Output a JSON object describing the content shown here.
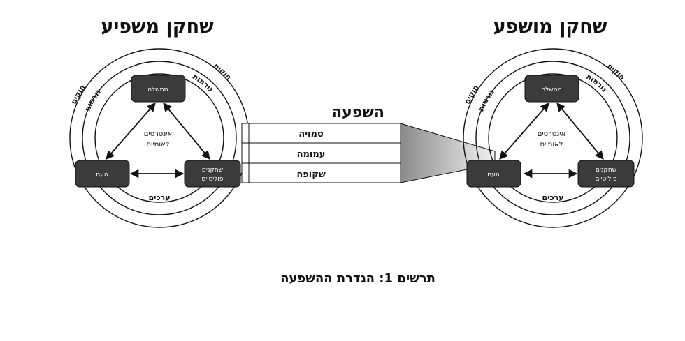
{
  "left_panel": {
    "title": "שחקן משפיע",
    "box_government": "ממשלה",
    "box_people": "העם",
    "box_political_1": "שחקנים",
    "box_political_2": "פוליטיים",
    "center_1": "אינטרסים",
    "center_2": "לאומיים",
    "ring_laws": "חוקים",
    "ring_norms": "נורמות",
    "values": "ערכים"
  },
  "right_panel": {
    "title": "שחקן מושפע",
    "box_government": "ממשלה",
    "box_people": "העם",
    "box_political_1": "שחקנים",
    "box_political_2": "פוליטיים",
    "center_1": "אינטרסים",
    "center_2": "לאומיים",
    "ring_laws": "חוקים",
    "ring_norms": "נורמות",
    "values": "ערכים"
  },
  "influence": {
    "heading": "השפעה",
    "channels": [
      "סמויה",
      "עמומה",
      "שקופה"
    ]
  },
  "caption": "תרשים 1: הגדרת ההשפעה",
  "colors": {
    "box_fill": "#3b3b3b",
    "line": "#111111",
    "background": "#ffffff"
  }
}
